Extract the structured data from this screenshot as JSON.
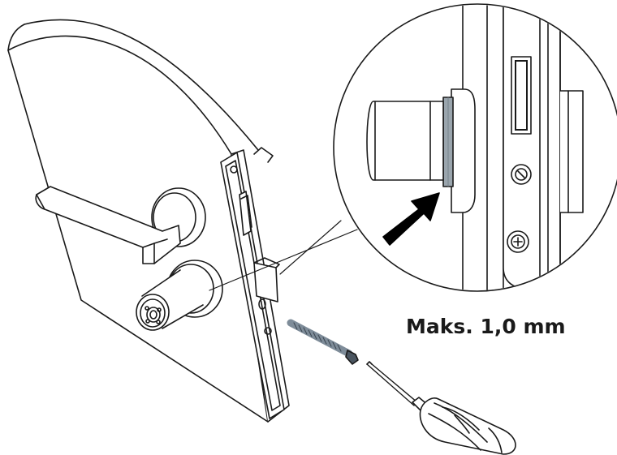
{
  "caption": {
    "text": "Maks. 1,0 mm"
  },
  "colors": {
    "line": "#1a1a1a",
    "fill": "#ffffff",
    "spacer": "#9aa5ad",
    "screw_thread": "#7e8c99",
    "arrow": "#000000"
  },
  "icons": [
    "door-leaf",
    "lever-handle",
    "cylinder-knob",
    "mortise-lock",
    "screw",
    "screwdriver",
    "magnifier-callout",
    "direction-arrow"
  ]
}
